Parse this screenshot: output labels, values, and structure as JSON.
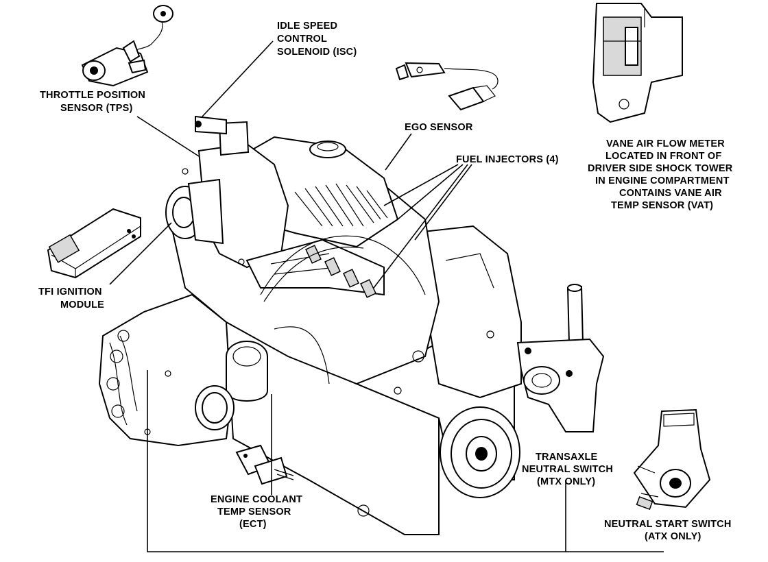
{
  "labels": {
    "isc": [
      "IDLE SPEED",
      "CONTROL",
      "SOLENOID (ISC)"
    ],
    "tps": [
      "THROTTLE POSITION",
      "SENSOR (TPS)"
    ],
    "ego": [
      "EGO SENSOR"
    ],
    "fuel": [
      "FUEL INJECTORS (4)"
    ],
    "vane": [
      "VANE AIR FLOW METER",
      "LOCATED IN FRONT OF",
      "DRIVER SIDE SHOCK TOWER",
      "IN ENGINE COMPARTMENT",
      "CONTAINS VANE AIR",
      "TEMP SENSOR (VAT)"
    ],
    "tfi": [
      "TFI IGNITION",
      "MODULE"
    ],
    "ect": [
      "ENGINE COOLANT",
      "TEMP SENSOR",
      "(ECT)"
    ],
    "tns": [
      "TRANSAXLE",
      "NEUTRAL SWITCH",
      "(MTX ONLY)"
    ],
    "nss": [
      "NEUTRAL START SWITCH",
      "(ATX ONLY)"
    ]
  }
}
